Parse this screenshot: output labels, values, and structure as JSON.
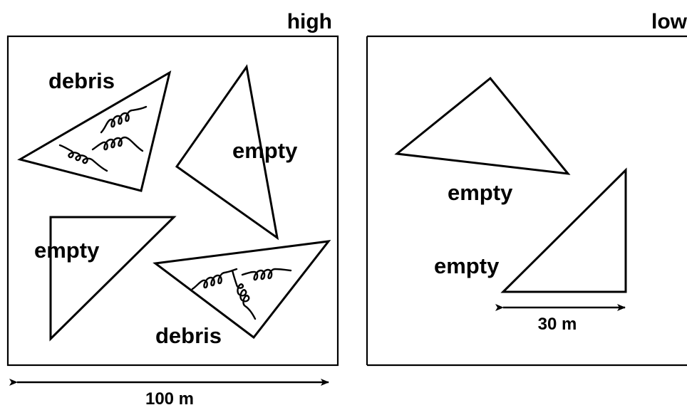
{
  "panels": {
    "high": {
      "title": "high"
    },
    "low": {
      "title": "low"
    }
  },
  "labels": {
    "debris_top": "debris",
    "empty_top_right": "empty",
    "empty_bottom_left": "empty",
    "debris_bottom": "debris",
    "low_empty_upper": "empty",
    "low_empty_lower": "empty"
  },
  "scale": {
    "high_width": "100 m",
    "low_width": "30 m"
  }
}
